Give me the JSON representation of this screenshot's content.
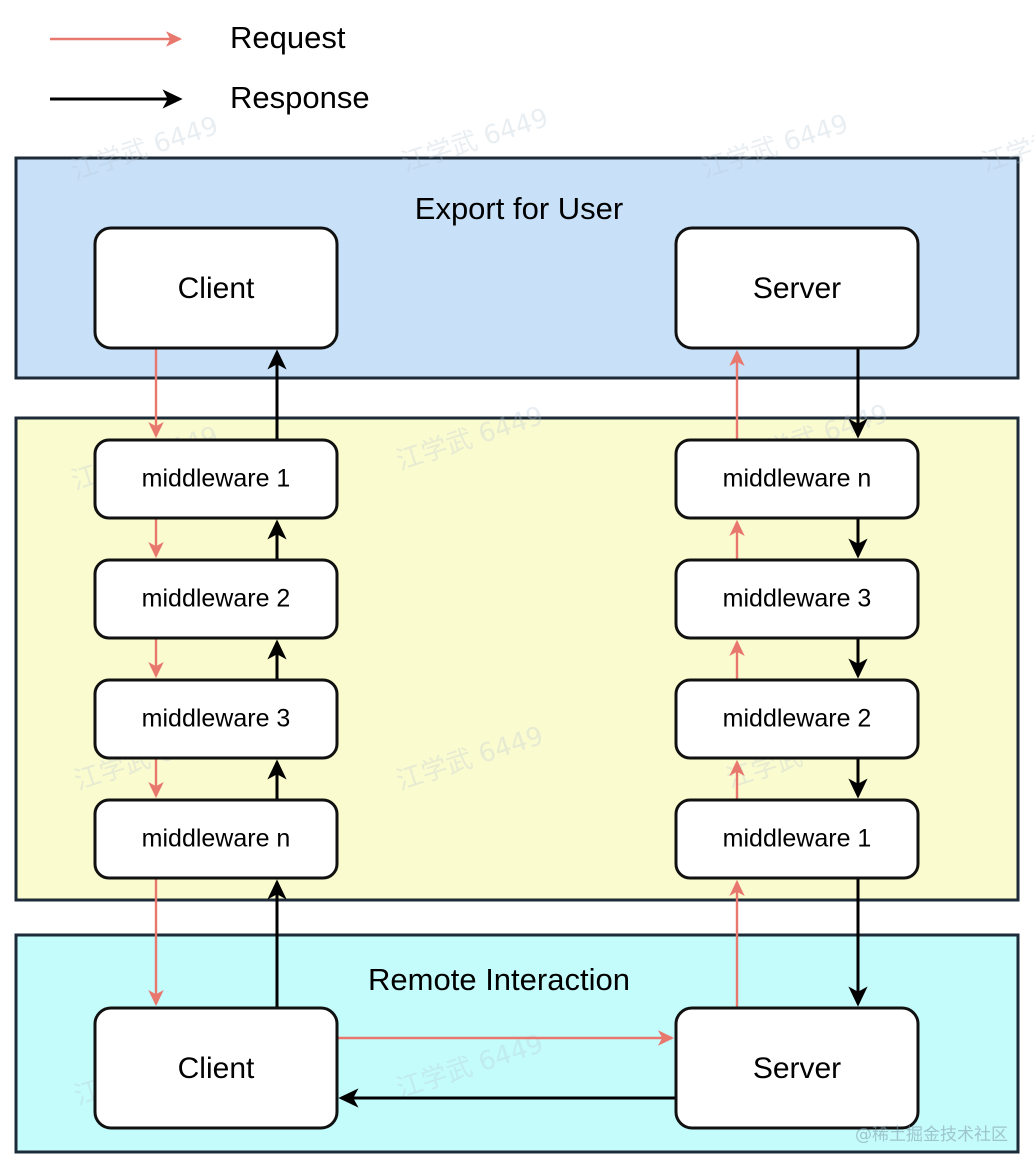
{
  "legend": {
    "items": [
      {
        "label": "Request",
        "color": "#e8776e",
        "icon": "arrow-right-icon"
      },
      {
        "label": "Response",
        "color": "#000000",
        "icon": "arrow-right-icon"
      }
    ]
  },
  "colors": {
    "request": "#e8776e",
    "response": "#000000",
    "band_export": "#c8e0f8",
    "band_middleware": "#fbfbd0",
    "band_remote": "#c4fbfb",
    "node_fill": "#ffffff",
    "stroke": "#111111"
  },
  "bands": [
    {
      "id": "export-for-user",
      "title": "Export for User",
      "fill": "#c8e0f8"
    },
    {
      "id": "middleware-stack",
      "title": "",
      "fill": "#fbfbd0"
    },
    {
      "id": "remote-interaction",
      "title": "Remote Interaction",
      "fill": "#c4fbfb"
    }
  ],
  "export_band": {
    "title": "Export for User",
    "left_node": "Client",
    "right_node": "Server"
  },
  "middleware_band": {
    "left_column": [
      "middleware 1",
      "middleware 2",
      "middleware 3",
      "middleware n"
    ],
    "right_column": [
      "middleware n",
      "middleware 3",
      "middleware 2",
      "middleware 1"
    ]
  },
  "remote_band": {
    "title": "Remote Interaction",
    "left_node": "Client",
    "right_node": "Server"
  },
  "watermark": {
    "credit": "@稀土掘金技术社区",
    "tile": "江学武 6449"
  }
}
